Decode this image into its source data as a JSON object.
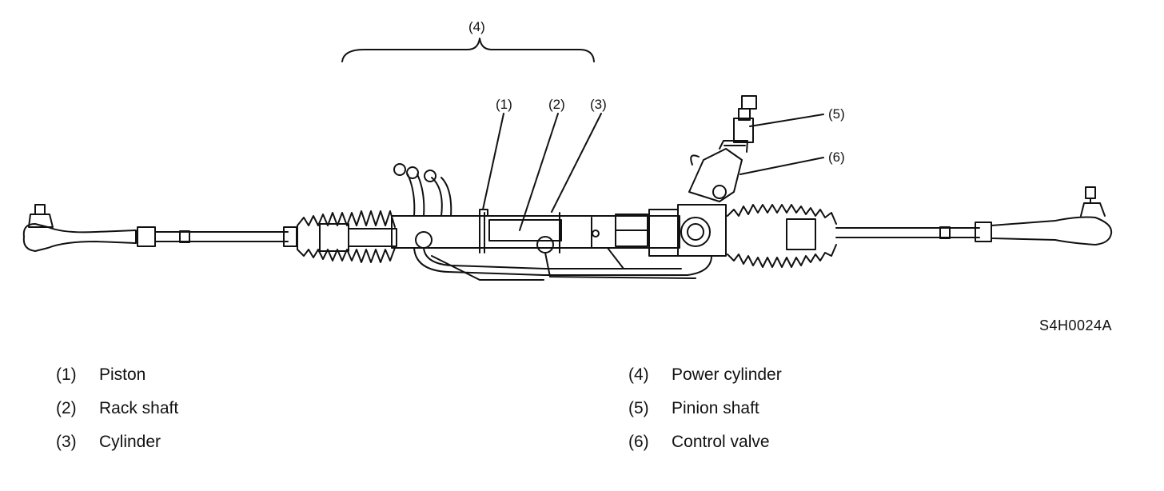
{
  "callouts": {
    "c1": "(1)",
    "c2": "(2)",
    "c3": "(3)",
    "c4": "(4)",
    "c5": "(5)",
    "c6": "(6)"
  },
  "figure_code": "S4H0024A",
  "legend": [
    {
      "num": "(1)",
      "label": "Piston"
    },
    {
      "num": "(2)",
      "label": "Rack shaft"
    },
    {
      "num": "(3)",
      "label": "Cylinder"
    },
    {
      "num": "(4)",
      "label": "Power cylinder"
    },
    {
      "num": "(5)",
      "label": "Pinion shaft"
    },
    {
      "num": "(6)",
      "label": "Control valve"
    }
  ]
}
